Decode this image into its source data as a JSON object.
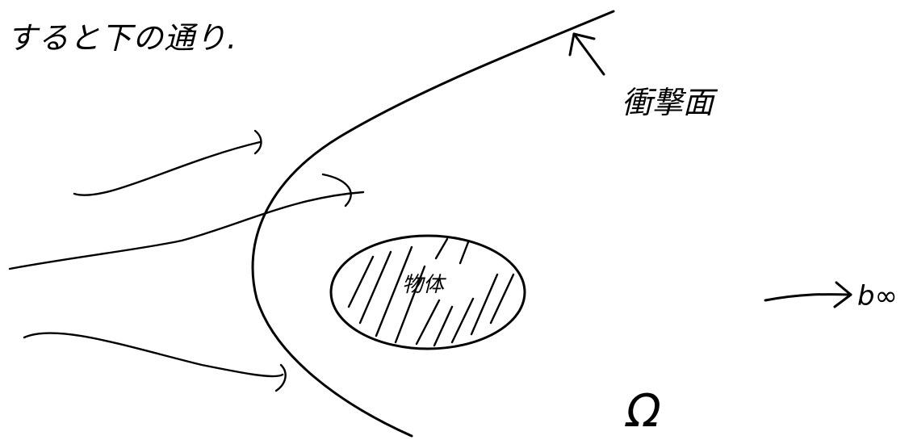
{
  "texts": {
    "caption": "すると下の通り.",
    "shock_surface": "衝撃面",
    "body": "物体",
    "boundary_infinity": "b∞",
    "domain_symbol": "Ω"
  },
  "colors": {
    "ink": "#000000",
    "paper": "#ffffff"
  }
}
